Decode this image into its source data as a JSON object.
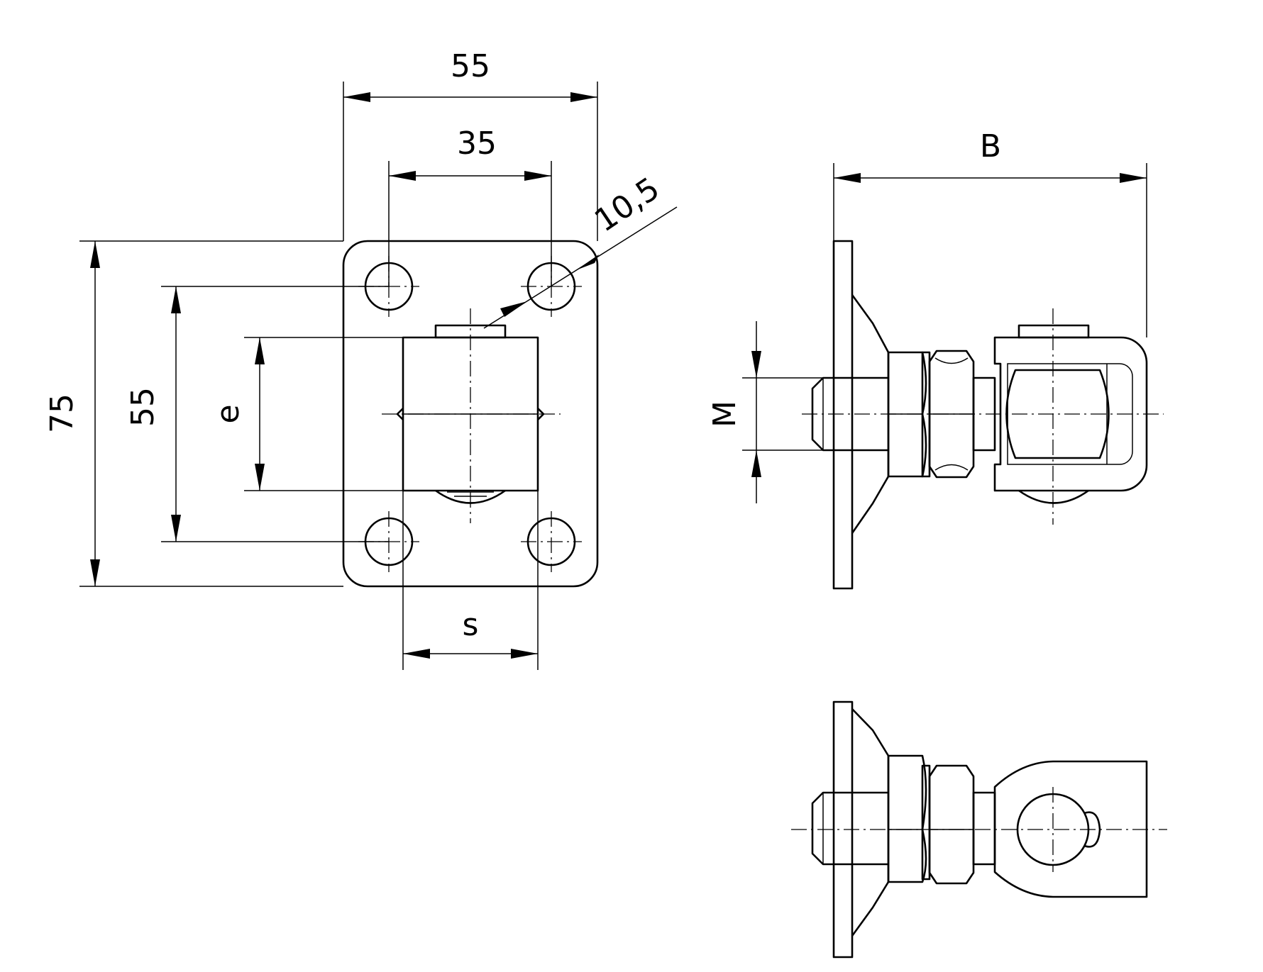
{
  "labels": {
    "width_outer": "55",
    "width_holes": "35",
    "hole_diameter": "10,5",
    "height_outer": "75",
    "height_holes": "55",
    "eye_e": "e",
    "eye_s": "s",
    "thread_m": "M",
    "length_b": "B"
  }
}
